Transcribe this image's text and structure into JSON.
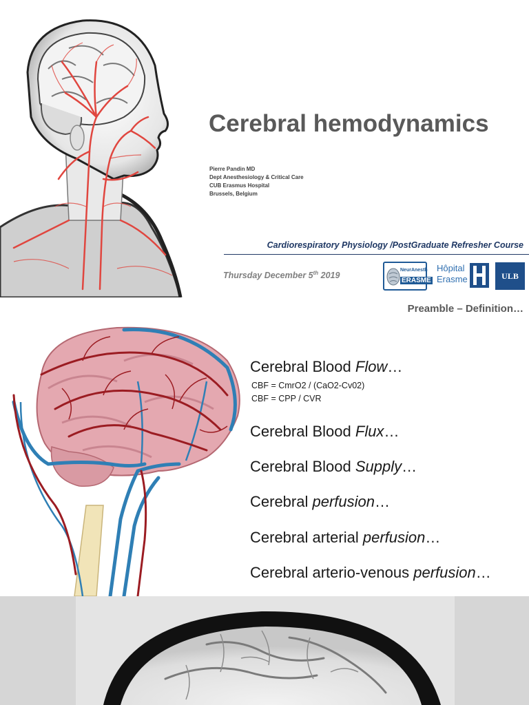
{
  "slide1": {
    "title": "Cerebral hemodynamics",
    "author_lines": [
      "Pierre Pandin MD",
      "Dept Anesthesiology & Critical Care",
      "CUB Erasmus Hospital",
      "Brussels, Belgium"
    ],
    "course": "Cardiorespiratory Physiology /PostGraduate Refresher Course",
    "date_prefix": "Thursday December 5",
    "date_sup": "th",
    "date_suffix": " 2019",
    "logo_neuranesth_top": "NeurAnesth",
    "logo_neuranesth_bottom": "ERASME",
    "logo_hopital_line1": "Hôpital",
    "logo_hopital_line2": "Erasme",
    "logo_ulb": "ULB"
  },
  "slide2": {
    "heading": "Preamble – Definition…",
    "terms": [
      {
        "pre": "Cerebral Blood ",
        "em": "Flow",
        "post": "…"
      },
      {
        "pre": "Cerebral Blood ",
        "em": "Flux",
        "post": "…"
      },
      {
        "pre": "Cerebral Blood ",
        "em": "Supply",
        "post": "…"
      },
      {
        "pre": "Cerebral ",
        "em": "perfusion",
        "post": "…"
      },
      {
        "pre": "Cerebral arterial ",
        "em": "perfusion",
        "post": "…"
      },
      {
        "pre": "Cerebral arterio-venous ",
        "em": "perfusion",
        "post": "…"
      }
    ],
    "formulas": [
      "CBF = CmrO2 / (CaO2-Cv02)",
      "CBF = CPP / CVR"
    ]
  },
  "colors": {
    "title_gray": "#595959",
    "navy": "#1f3864",
    "artery_red": "#e0463f",
    "vein_blue": "#2f7fb5"
  }
}
